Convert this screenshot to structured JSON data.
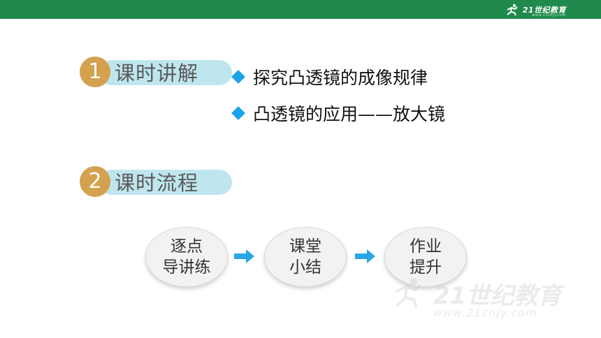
{
  "header": {
    "logo_text": "21世纪教育",
    "logo_sub": "www.21cnjy.com"
  },
  "sections": [
    {
      "number": "1",
      "title": "课时讲解"
    },
    {
      "number": "2",
      "title": "课时流程"
    }
  ],
  "bullets": [
    "探究凸透镜的成像规律",
    "凸透镜的应用——放大镜"
  ],
  "flow": [
    {
      "line1": "逐点",
      "line2": "导讲练"
    },
    {
      "line1": "课堂",
      "line2": "小结"
    },
    {
      "line1": "作业",
      "line2": "提升"
    }
  ],
  "watermark": {
    "text": "21世纪教育",
    "url": "www.21cnjy.com"
  },
  "colors": {
    "header_bar": "#1f8a4c",
    "badge_circle": "#d4a14f",
    "badge_pill": "#bfe6ee",
    "bullet_diamond": "#1aa3e8",
    "flow_arrow": "#2aa6e6"
  }
}
